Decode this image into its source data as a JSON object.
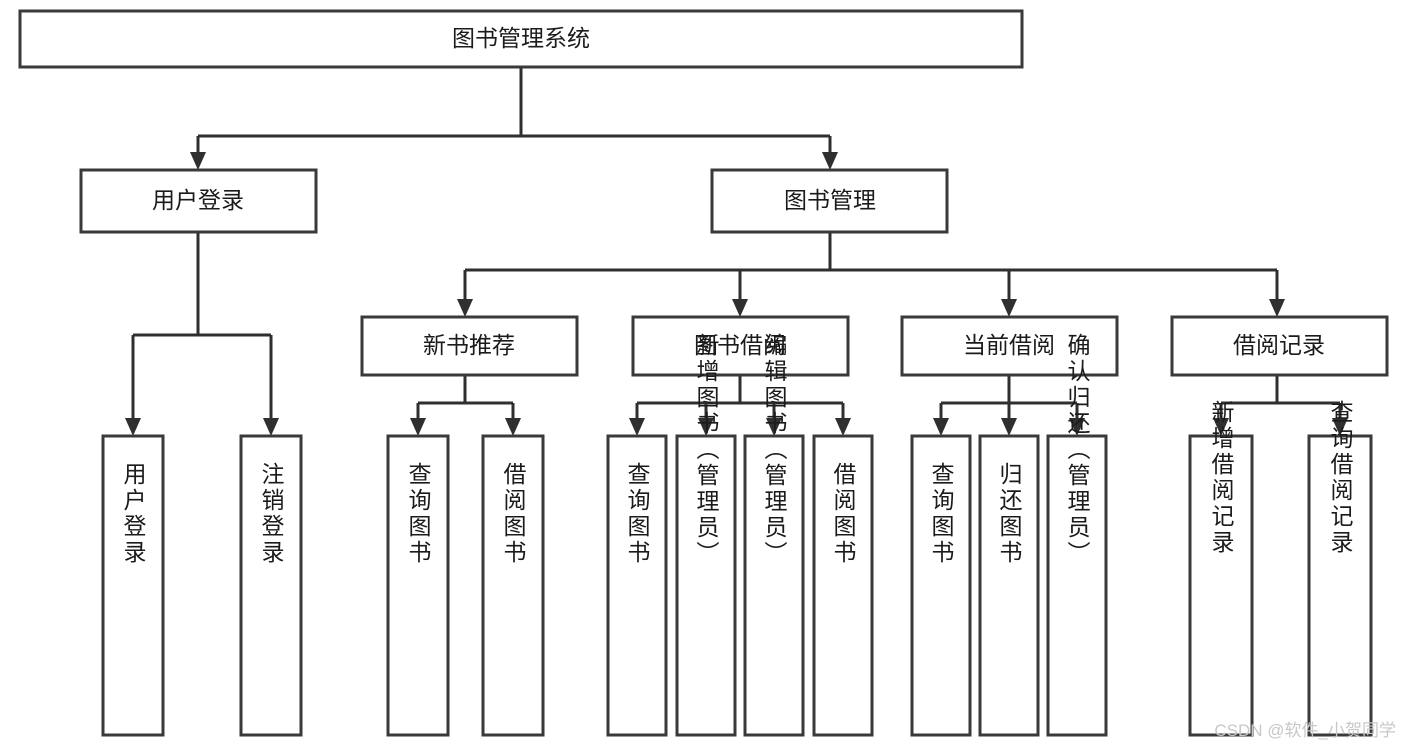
{
  "diagram": {
    "title": "图书管理系统",
    "type": "tree-hierarchy",
    "root": {
      "label": "图书管理系统"
    },
    "level2": [
      {
        "label": "用户登录"
      },
      {
        "label": "图书管理"
      }
    ],
    "level3": [
      {
        "label": "新书推荐"
      },
      {
        "label": "图书借阅"
      },
      {
        "label": "当前借阅"
      },
      {
        "label": "借阅记录"
      }
    ],
    "leaves_user_login": [
      {
        "label": "用户登录"
      },
      {
        "label": "注销登录"
      }
    ],
    "leaves_new_book": [
      {
        "label": "查询图书"
      },
      {
        "label": "借阅图书"
      }
    ],
    "leaves_book_borrow": [
      {
        "label": "查询图书"
      },
      {
        "label": "新增图书（管理员）"
      },
      {
        "label": "编辑图书（管理员）"
      },
      {
        "label": "借阅图书"
      }
    ],
    "leaves_current_borrow": [
      {
        "label": "查询图书"
      },
      {
        "label": "归还图书"
      },
      {
        "label": "确认归还（管理员）"
      }
    ],
    "leaves_borrow_record": [
      {
        "label": "新增借阅记录"
      },
      {
        "label": "查询借阅记录"
      }
    ]
  },
  "watermark": {
    "text": "CSDN @软件_小贺同学"
  },
  "colors": {
    "box_stroke": "#3a3a3a",
    "connector": "#2f2f2f",
    "box_fill": "#ffffff",
    "text": "#1b1b1b",
    "watermark": "#c8c8c8",
    "background": "#ffffff"
  }
}
